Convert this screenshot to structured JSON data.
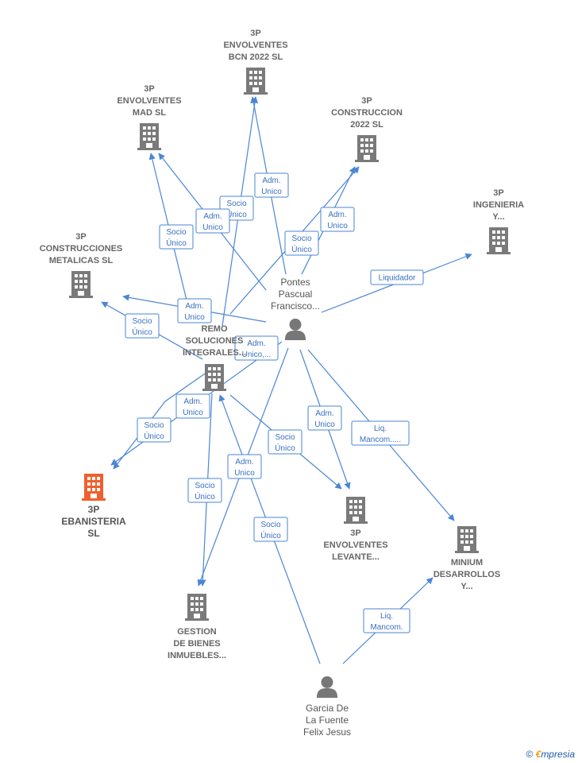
{
  "colors": {
    "edge": "#4a86d6",
    "building": "#7a7a7a",
    "building_focus": "#f0602c",
    "person": "#777777",
    "label": "#666666"
  },
  "nodes": [
    {
      "id": "envolventes_bcn",
      "type": "company",
      "icon": "building-icon",
      "lines": [
        "3P",
        "ENVOLVENTES",
        "BCN 2022  SL"
      ]
    },
    {
      "id": "envolventes_mad",
      "type": "company",
      "icon": "building-icon",
      "lines": [
        "3P",
        "ENVOLVENTES",
        "MAD  SL"
      ]
    },
    {
      "id": "construccion_2022",
      "type": "company",
      "icon": "building-icon",
      "lines": [
        "3P",
        "CONSTRUCCION",
        "2022  SL"
      ]
    },
    {
      "id": "ingenieria",
      "type": "company",
      "icon": "building-icon",
      "lines": [
        "3P",
        "INGENIERIA",
        "Y..."
      ]
    },
    {
      "id": "construcciones_metalicas",
      "type": "company",
      "icon": "building-icon",
      "lines": [
        "3P",
        "CONSTRUCCIONES",
        "METALICAS  SL"
      ]
    },
    {
      "id": "pontes",
      "type": "person",
      "icon": "person-icon",
      "lines": [
        "Pontes",
        "Pascual",
        "Francisco..."
      ]
    },
    {
      "id": "remo",
      "type": "company",
      "icon": "building-icon",
      "lines": [
        "REMO",
        "SOLUCIONES",
        "INTEGRALES..."
      ]
    },
    {
      "id": "ebanisteria",
      "type": "focus",
      "icon": "building-icon",
      "lines": [
        "3P",
        "EBANISTERIA",
        "SL"
      ]
    },
    {
      "id": "envolventes_levante",
      "type": "company",
      "icon": "building-icon",
      "lines": [
        "3P",
        "ENVOLVENTES",
        "LEVANTE..."
      ]
    },
    {
      "id": "minium",
      "type": "company",
      "icon": "building-icon",
      "lines": [
        "MINIUM",
        "DESARROLLOS",
        "Y..."
      ]
    },
    {
      "id": "gestion",
      "type": "company",
      "icon": "building-icon",
      "lines": [
        "GESTION",
        "DE BIENES",
        "INMUEBLES..."
      ]
    },
    {
      "id": "garcia",
      "type": "person",
      "icon": "person-icon",
      "lines": [
        "Garcia De",
        "La Fuente",
        "Felix Jesus"
      ]
    }
  ],
  "edge_labels": [
    {
      "id": "e1",
      "lines": [
        "Adm.",
        "Unico"
      ]
    },
    {
      "id": "e2",
      "lines": [
        "Socio",
        "Único"
      ]
    },
    {
      "id": "e3",
      "lines": [
        "Adm.",
        "Unico"
      ]
    },
    {
      "id": "e4",
      "lines": [
        "Socio",
        "Único"
      ]
    },
    {
      "id": "e5",
      "lines": [
        "Adm.",
        "Unico"
      ]
    },
    {
      "id": "e6",
      "lines": [
        "Socio",
        "Único"
      ]
    },
    {
      "id": "e7",
      "lines": [
        "Liquidador"
      ]
    },
    {
      "id": "e8",
      "lines": [
        "Adm.",
        "Unico"
      ]
    },
    {
      "id": "e9",
      "lines": [
        "Socio",
        "Único"
      ]
    },
    {
      "id": "e10",
      "lines": [
        "Adm.",
        "Unico,..."
      ]
    },
    {
      "id": "e11",
      "lines": [
        "Adm.",
        "Unico"
      ]
    },
    {
      "id": "e12",
      "lines": [
        "Socio",
        "Único"
      ]
    },
    {
      "id": "e13",
      "lines": [
        "Socio",
        "Único"
      ]
    },
    {
      "id": "e14",
      "lines": [
        "Adm.",
        "Unico"
      ]
    },
    {
      "id": "e15",
      "lines": [
        "Liq.",
        "Mancom....."
      ]
    },
    {
      "id": "e16",
      "lines": [
        "Adm.",
        "Unico"
      ]
    },
    {
      "id": "e17",
      "lines": [
        "Socio",
        "Único"
      ]
    },
    {
      "id": "e18",
      "lines": [
        "Socio",
        "Único"
      ]
    },
    {
      "id": "e19",
      "lines": [
        "Liq.",
        "Mancom."
      ]
    },
    {
      "id": "e20",
      "lines": [
        "Socio",
        "Único"
      ]
    }
  ],
  "brand": {
    "copyright": "©",
    "e": "€",
    "rest": "mpresia"
  }
}
